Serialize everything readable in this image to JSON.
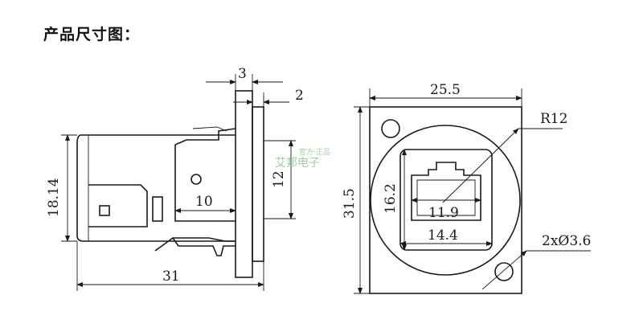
{
  "title": "产品尺寸图：",
  "dimensions": {
    "flange_thickness": "3",
    "rear_offset": "2",
    "body_height": "18.14",
    "depth_front": "10",
    "depth_height": "12",
    "total_length": "31",
    "flange_width": "25.5",
    "flange_height": "31.5",
    "corner_radius": "R12",
    "opening_height": "16.2",
    "jack_width": "11.9",
    "opening_width": "14.4",
    "holes": "2xØ3.6"
  },
  "watermark": {
    "brand": "艾邦电子",
    "sub": "官方·正品"
  }
}
